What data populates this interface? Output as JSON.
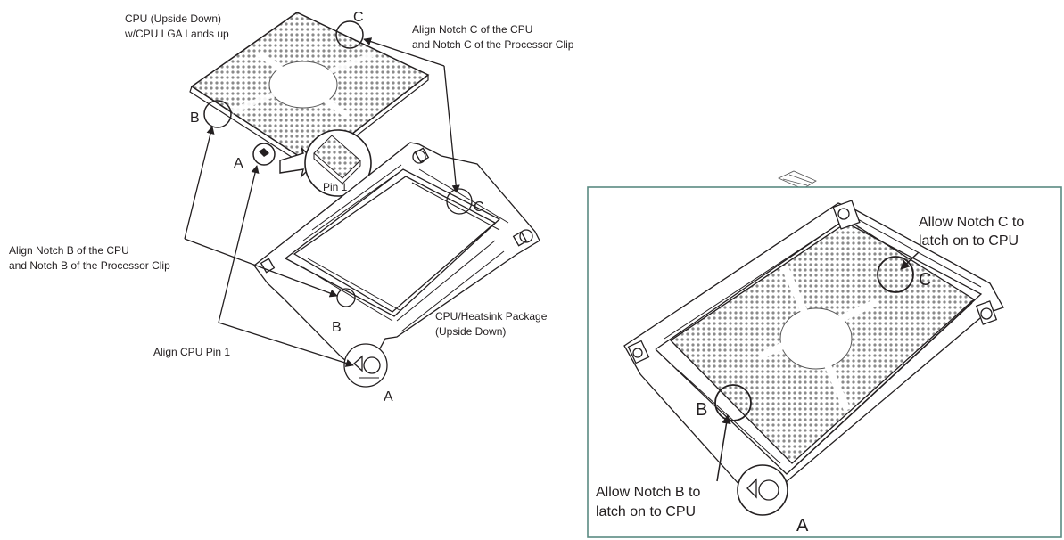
{
  "left_diagram": {
    "cpu_label": [
      "CPU (Upside Down)",
      "w/CPU LGA Lands up"
    ],
    "align_c_label": [
      "Align Notch C of the CPU",
      "and Notch C of the Processor Clip"
    ],
    "align_b_label": [
      "Align Notch B of the CPU",
      "and Notch B of the Processor Clip"
    ],
    "align_pin_label": "Align CPU Pin 1",
    "package_label": [
      "CPU/Heatsink Package",
      "(Upside Down)"
    ],
    "pin1_label": "Pin 1",
    "letters": {
      "a_cpu": "A",
      "b_cpu": "B",
      "c_cpu": "C",
      "b_clip": "B",
      "c_clip": "C",
      "a_clip": "A"
    }
  },
  "right_diagram": {
    "notch_c_label": [
      "Allow Notch C to",
      "latch on to CPU"
    ],
    "notch_b_label": [
      "Allow Notch B to",
      "latch on to CPU"
    ],
    "letters": {
      "c": "C",
      "b": "B",
      "a": "A"
    },
    "frame_color": "#5a8a82"
  }
}
